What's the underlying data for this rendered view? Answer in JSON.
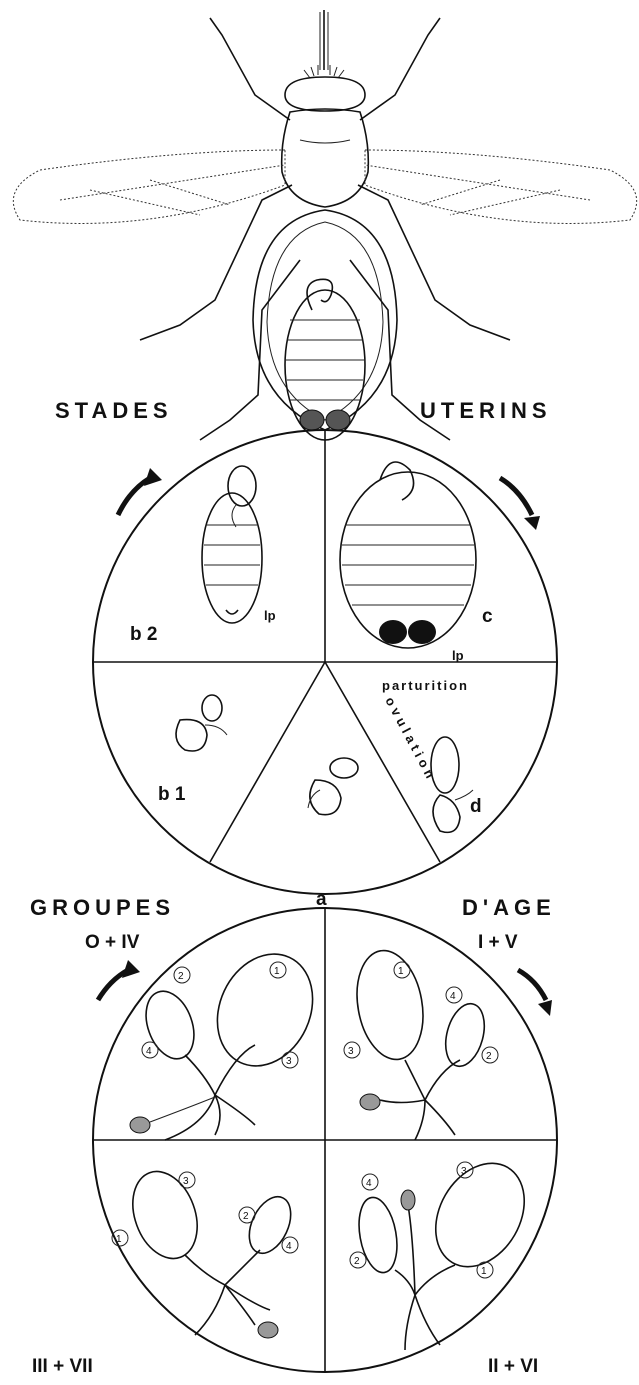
{
  "headers": {
    "stades": "STADES",
    "uterins": "UTERINS",
    "groupes": "GROUPES",
    "dage": "D'AGE"
  },
  "uterine_stages": {
    "b2": "b 2",
    "c": "c",
    "b1": "b 1",
    "a": "a",
    "d": "d",
    "lp": "lp",
    "parturition": "parturition",
    "ovulation": "ovulation"
  },
  "age_groups": {
    "top_left": "O + IV",
    "top_right": "I + V",
    "bottom_left": "III + VII",
    "bottom_right": "II + VI"
  },
  "ovariole_numbers": [
    "1",
    "2",
    "3",
    "4"
  ]
}
